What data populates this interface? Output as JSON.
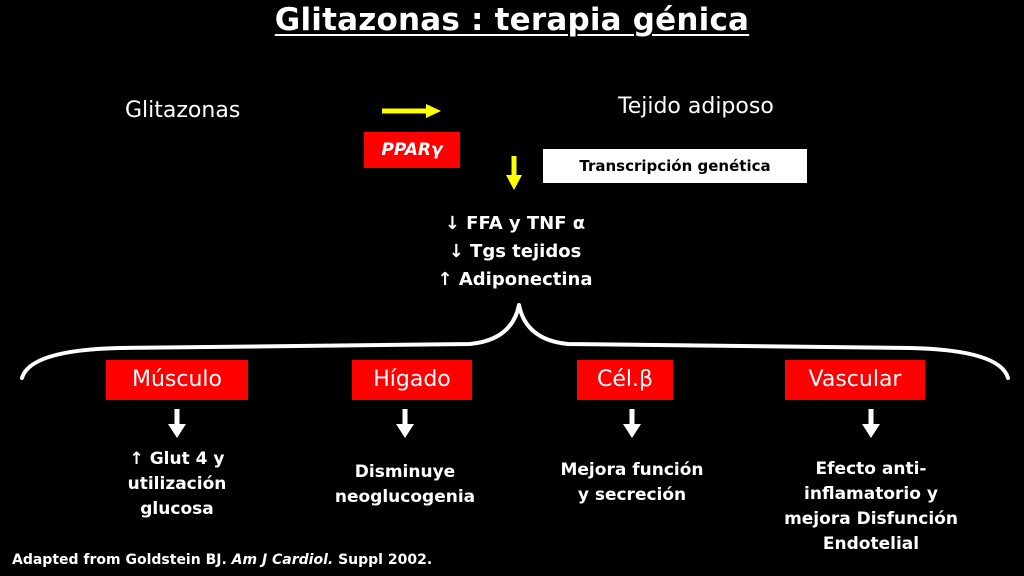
{
  "title": "Glitazonas : terapia génica",
  "drug_label": "Glitazonas",
  "tissue_label": "Tejido adiposo",
  "receptor_label": "PPARγ",
  "process_label": "Transcripción genética",
  "effects": [
    "↓ FFA y TNF α",
    "↓ Tgs tejidos",
    "↑ Adiponectina"
  ],
  "targets": [
    {
      "label": "Músculo",
      "outcome": [
        "↑ Glut 4 y",
        "utilización",
        "glucosa"
      ]
    },
    {
      "label": "Hígado",
      "outcome": [
        "Disminuye",
        "neoglucogenia"
      ]
    },
    {
      "label": "Cél.β",
      "outcome": [
        "Mejora función",
        "y secreción"
      ]
    },
    {
      "label": "Vascular",
      "outcome": [
        "Efecto anti-",
        "inflamatorio y",
        "mejora Disfunción",
        "Endotelial"
      ]
    }
  ],
  "citation": {
    "prefix": "Adapted from Goldstein BJ. ",
    "journal": "Am J Cardiol.",
    "suffix": " Suppl 2002."
  },
  "colors": {
    "background": "#000000",
    "box_red": "#ff0000",
    "arrow_yellow": "#ffff00",
    "text_white": "#ffffff"
  }
}
